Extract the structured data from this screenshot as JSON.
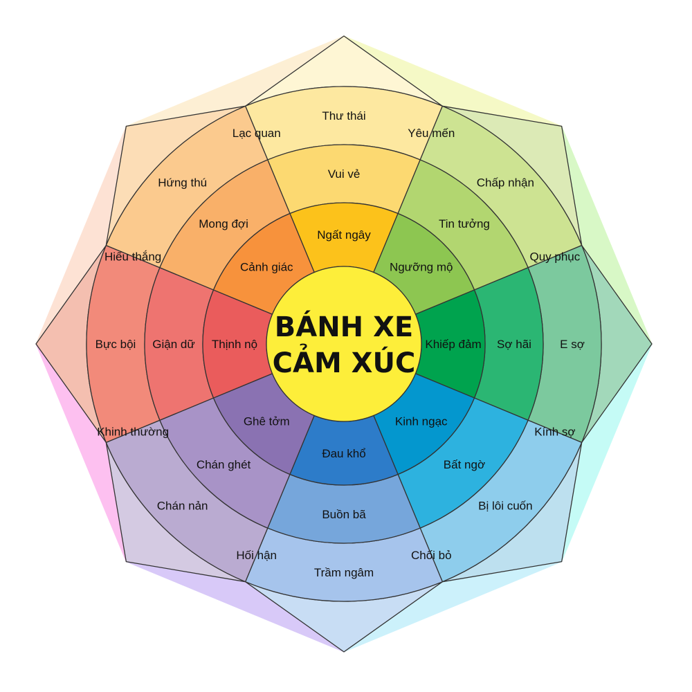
{
  "title": {
    "line1": "BÁNH XE",
    "line2": "CẢM XÚC"
  },
  "center_color": "#FDEE3A",
  "petals": [
    {
      "bands": [
        "Ngất ngây",
        "Vui vẻ",
        "Thư thái",
        ""
      ],
      "colors": [
        "#FCC21B",
        "#FCD971",
        "#FDE8A0",
        "#FEF6D4"
      ]
    },
    {
      "bands": [
        "Ngưỡng mộ",
        "Tin tưởng",
        "Chấp nhận",
        ""
      ],
      "colors": [
        "#8DC651",
        "#B2D670",
        "#CDE392",
        "#DCEAB6"
      ]
    },
    {
      "bands": [
        "Khiếp đảm",
        "Sợ hãi",
        "E sợ",
        ""
      ],
      "colors": [
        "#00A34E",
        "#2BB673",
        "#7CC99E",
        "#A2D8BA"
      ]
    },
    {
      "bands": [
        "Kinh ngạc",
        "Bất ngờ",
        "Bị lôi cuốn",
        ""
      ],
      "colors": [
        "#0497CE",
        "#2DB2DF",
        "#8ECDEC",
        "#BDE0EF"
      ]
    },
    {
      "bands": [
        "Đau khổ",
        "Buồn bã",
        "Trầm ngâm",
        ""
      ],
      "colors": [
        "#2D7CC9",
        "#76A6DB",
        "#A6C4EC",
        "#C8DDF4"
      ]
    },
    {
      "bands": [
        "Ghê tởm",
        "Chán ghét",
        "Chán nản",
        ""
      ],
      "colors": [
        "#8A72B2",
        "#A893C7",
        "#BAABD1",
        "#D4CAE2"
      ]
    },
    {
      "bands": [
        "Thịnh nộ",
        "Giận dữ",
        "Bực bội",
        ""
      ],
      "colors": [
        "#EA5C5C",
        "#EE7470",
        "#F28A7A",
        "#F4BFB0"
      ]
    },
    {
      "bands": [
        "Cảnh giác",
        "Mong đợi",
        "Hứng thú",
        ""
      ],
      "colors": [
        "#F7923C",
        "#F9B069",
        "#FBCA8E",
        "#FCDDB6"
      ]
    }
  ],
  "gaps": [
    {
      "label": "Yêu mến",
      "color": "#F5F9C6"
    },
    {
      "label": "Quy phục",
      "color": "#D8F8C6"
    },
    {
      "label": "Kính sợ",
      "color": "#C5FBF6"
    },
    {
      "label": "Chối bỏ",
      "color": "#CCF1FB"
    },
    {
      "label": "Hối hận",
      "color": "#D8C9F8"
    },
    {
      "label": "Khinh thường",
      "color": "#FDC0F0"
    },
    {
      "label": "Hiếu thắng",
      "color": "#FDE2D4"
    },
    {
      "label": "Lạc quan",
      "color": "#FDEFD4"
    }
  ]
}
